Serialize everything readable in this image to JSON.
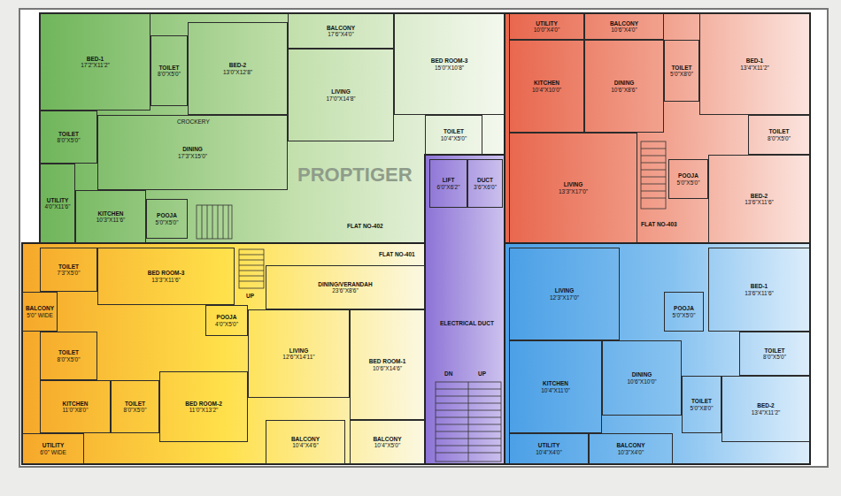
{
  "diagram": {
    "nodes": [
      {
        "text": [
          "BED-1",
          "17'2\"X11'2\""
        ]
      },
      {
        "text": [
          "TOILET",
          "8'0\"X5'0\""
        ]
      },
      {
        "text": [
          "BED-2",
          "13'0\"X12'8\""
        ]
      },
      {
        "text": [
          "BALCONY",
          "17'6\"X4'0\""
        ]
      },
      {
        "text": [
          "BED ROOM-3",
          "15'0\"X10'8\""
        ]
      },
      {
        "text": [
          "LIVING",
          "17'0\"X14'8\""
        ]
      },
      {
        "text": [
          "TOILET",
          "8'0\"X5'0\""
        ]
      },
      {
        "text": [
          "DINING",
          "17'3\"X15'0\""
        ]
      },
      {
        "text": [
          "TOILET",
          "10'4\"X5'0\""
        ]
      },
      {
        "text": [
          "UTILITY",
          "4'0\"X11'6\""
        ]
      },
      {
        "text": [
          "KITCHEN",
          "10'3\"X11'6\""
        ]
      },
      {
        "text": [
          "POOJA",
          "5'0\"X5'0\""
        ]
      },
      {
        "text": [
          "UTILITY",
          "10'0\"X4'0\""
        ]
      },
      {
        "text": [
          "BALCONY",
          "10'6\"X4'0\""
        ]
      },
      {
        "text": [
          "KITCHEN",
          "10'4\"X10'0\""
        ]
      },
      {
        "text": [
          "DINING",
          "10'6\"X8'6\""
        ]
      },
      {
        "text": [
          "TOILET",
          "5'0\"X8'0\""
        ]
      },
      {
        "text": [
          "BED-1",
          "13'4\"X11'2\""
        ]
      },
      {
        "text": [
          "LIVING",
          "13'3\"X17'0\""
        ]
      },
      {
        "text": [
          "TOILET",
          "8'0\"X5'0\""
        ]
      },
      {
        "text": [
          "POOJA",
          "5'0\"X5'0\""
        ]
      },
      {
        "text": [
          "BED-2",
          "13'6\"X11'6\""
        ]
      },
      {
        "text": [
          "LIFT",
          "6'0\"X6'2\""
        ]
      },
      {
        "text": [
          "DUCT",
          "3'6\"X6'0\""
        ]
      },
      {
        "text": [
          "TOILET",
          "7'3\"X5'0\""
        ]
      },
      {
        "text": [
          "BED ROOM-3",
          "13'3\"X11'6\""
        ]
      },
      {
        "text": [
          "DINING/VERANDAH",
          "23'6\"X8'6\""
        ]
      },
      {
        "text": [
          "BALCONY",
          "5'0\" WIDE"
        ]
      },
      {
        "text": [
          "POOJA",
          "4'0\"X5'0\""
        ]
      },
      {
        "text": [
          "LIVING",
          "12'6\"X14'11\""
        ]
      },
      {
        "text": [
          "TOILET",
          "8'0\"X5'0\""
        ]
      },
      {
        "text": [
          "BED ROOM-1",
          "10'6\"X14'6\""
        ]
      },
      {
        "text": [
          "KITCHEN",
          "11'0\"X8'0\""
        ]
      },
      {
        "text": [
          "TOILET",
          "8'0\"X5'0\""
        ]
      },
      {
        "text": [
          "BED ROOM-2",
          "11'0\"X13'2\""
        ]
      },
      {
        "text": [
          "BALCONY",
          "10'4\"X4'6\""
        ]
      },
      {
        "text": [
          "BALCONY",
          "10'4\"X5'0\""
        ]
      },
      {
        "text": [
          "UTILITY",
          "6'0\" WIDE"
        ]
      },
      {
        "text": [
          "LIVING",
          "12'3\"X17'0\""
        ]
      },
      {
        "text": [
          "POOJA",
          "5'0\"X5'0\""
        ]
      },
      {
        "text": [
          "BED-1",
          "13'6\"X11'6\""
        ]
      },
      {
        "text": [
          "TOILET",
          "8'0\"X5'0\""
        ]
      },
      {
        "text": [
          "KITCHEN",
          "10'4\"X11'0\""
        ]
      },
      {
        "text": [
          "DINING",
          "10'6\"X10'0\""
        ]
      },
      {
        "text": [
          "TOILET",
          "5'0\"X8'0\""
        ]
      },
      {
        "text": [
          "BED-2",
          "13'4\"X11'2\""
        ]
      },
      {
        "text": [
          "UTILITY",
          "10'4\"X4'0\""
        ]
      },
      {
        "text": [
          "BALCONY",
          "10'3\"X4'0\""
        ]
      }
    ],
    "labels": [
      "CROCKERY",
      "FLAT NO-402",
      "PROPTIGER",
      "FLAT NO-403",
      "UP",
      "FLAT NO-401",
      "ELECTRICAL DUCT",
      "DN",
      "UP"
    ]
  }
}
